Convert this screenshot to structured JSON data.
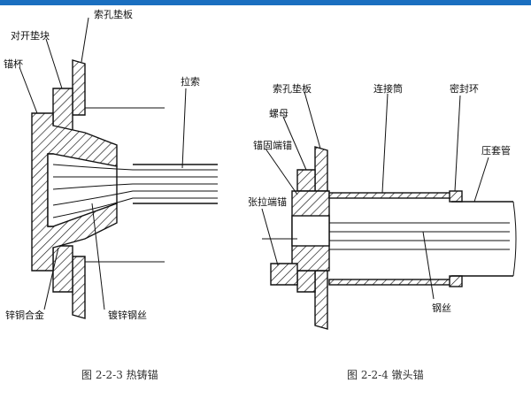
{
  "colors": {
    "header_bar": "#1a6fc0",
    "ink": "#111111",
    "caption": "#333333"
  },
  "figure_left": {
    "labels": {
      "bearing_plate": "索孔垫板",
      "split_wedge": "对开垫块",
      "anchor_cup": "锚杯",
      "cable": "拉索",
      "zinc_copper_alloy": "锌铜合金",
      "galvanized_wire": "镀锌钢丝"
    },
    "caption": "图 2-2-3   热铸锚"
  },
  "figure_right": {
    "labels": {
      "bearing_plate": "索孔垫板",
      "nut": "螺母",
      "anchor_head": "锚固端锚",
      "connecting_tube": "连接筒",
      "seal_ring": "密封环",
      "protective_tube": "压套管",
      "tension_anchor": "张拉端锚",
      "steel_wire": "钢丝"
    },
    "caption": "图 2-2-4   镦头锚"
  }
}
